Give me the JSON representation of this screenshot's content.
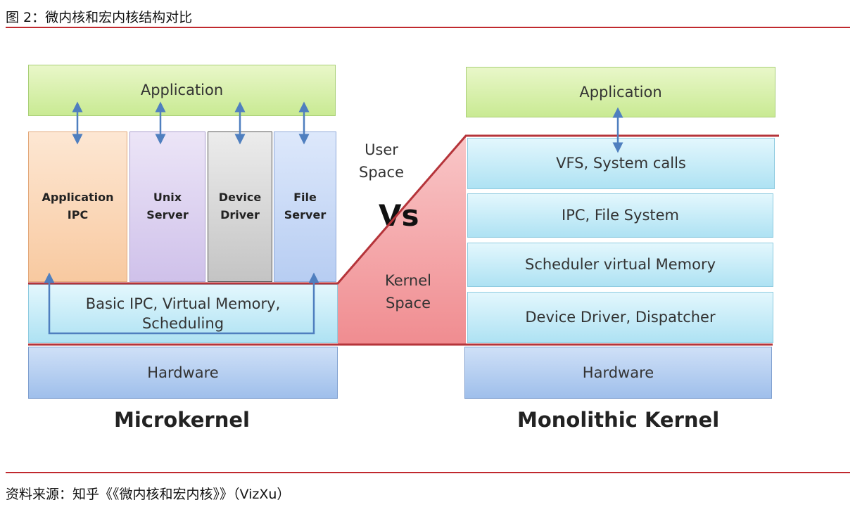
{
  "caption": "图 2：微内核和宏内核结构对比",
  "source": "资料来源：知乎《《微内核和宏内核》》（VizXu）",
  "microkernel": {
    "title": "Microkernel",
    "application": "Application",
    "servers": [
      {
        "line1": "Application",
        "line2": "IPC"
      },
      {
        "line1": "Unix",
        "line2": "Server"
      },
      {
        "line1": "Device",
        "line2": "Driver"
      },
      {
        "line1": "File",
        "line2": "Server"
      }
    ],
    "kernel_line1": "Basic IPC, Virtual Memory,",
    "kernel_line2": "Scheduling",
    "hardware": "Hardware"
  },
  "middle": {
    "user_line1": "User",
    "user_line2": "Space",
    "vs": "Vs",
    "kernel_line1": "Kernel",
    "kernel_line2": "Space"
  },
  "monolithic": {
    "title": "Monolithic Kernel",
    "application": "Application",
    "layers": [
      "VFS, System calls",
      "IPC, File System",
      "Scheduler virtual Memory",
      "Device Driver, Dispatcher"
    ],
    "hardware": "Hardware"
  },
  "colors": {
    "rule": "#c0292e",
    "arrow": "#4f7fbf",
    "divider": "#b5343a",
    "kernel_space_fill": "#f4a7a9"
  }
}
